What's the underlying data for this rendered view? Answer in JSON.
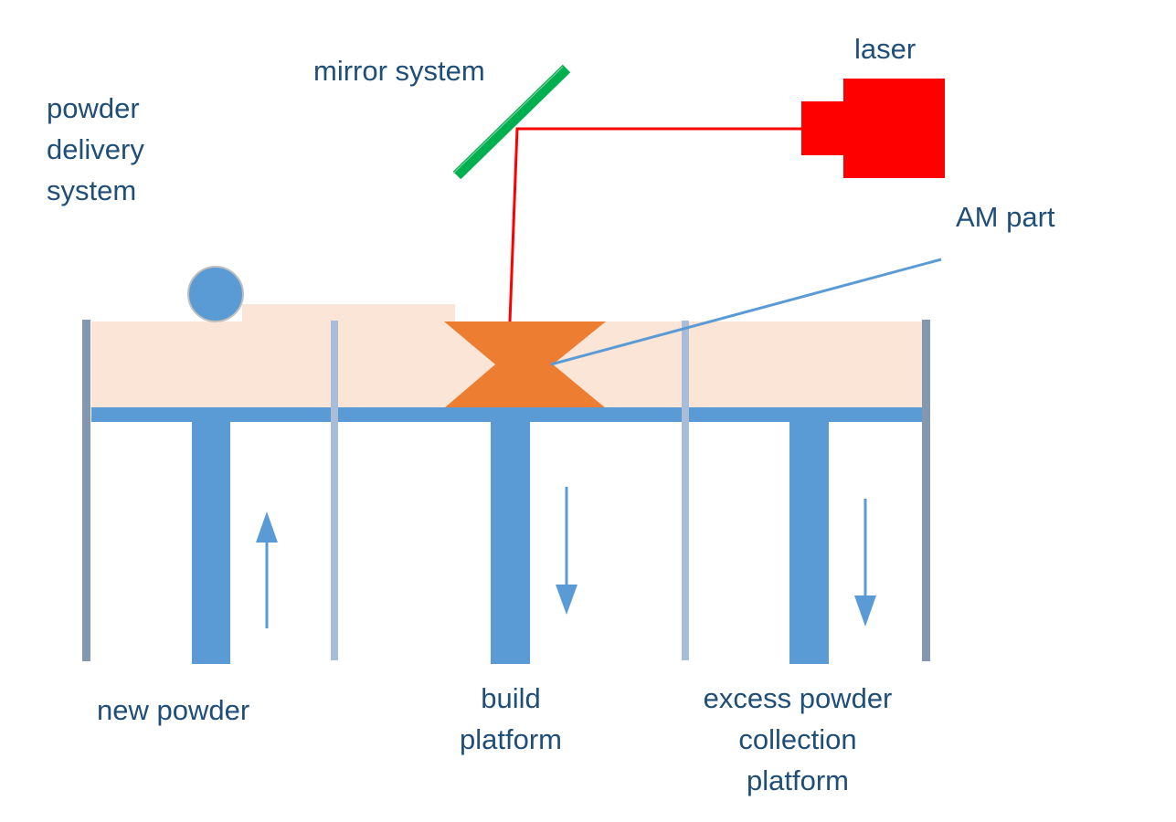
{
  "labels": {
    "powder_delivery": [
      "powder",
      "delivery",
      "system"
    ],
    "mirror": "mirror system",
    "laser": "laser",
    "am_part": "AM part",
    "new_powder": "new powder",
    "build_platform": [
      "build",
      "platform"
    ],
    "excess_powder": [
      "excess powder",
      "collection",
      "platform"
    ]
  },
  "colors": {
    "text": "#1f4e79",
    "powder": "#fbe5d6",
    "platform": "#5b9bd5",
    "wall": "#8497b0",
    "divider": "#a9bcd8",
    "part": "#ed7d31",
    "mirror": "#00b050",
    "laser": "#ff0000",
    "beam": "#ff0000",
    "leader": "#5b9bd5"
  },
  "arrows": {
    "new_powder": "up",
    "build_platform": "down",
    "excess_powder": "down"
  }
}
